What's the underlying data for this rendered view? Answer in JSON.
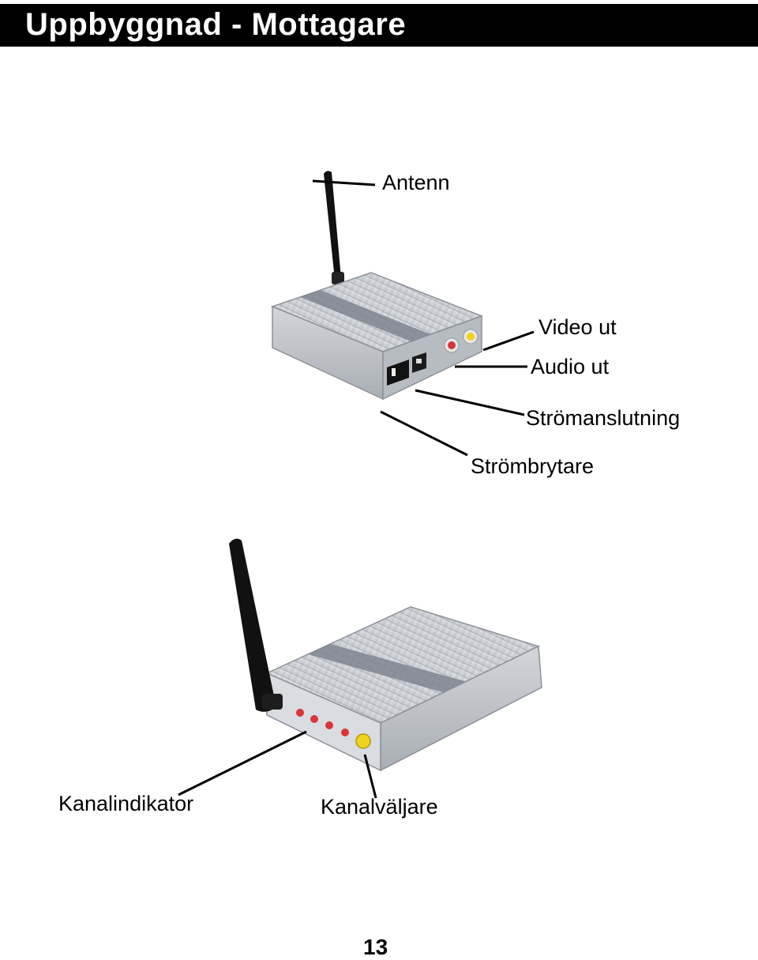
{
  "page": {
    "title": "Uppbyggnad - Mottagare",
    "page_number": "13"
  },
  "labels": {
    "antenna": "Antenn",
    "video_out": "Video ut",
    "audio_out": "Audio ut",
    "power_connection": "Strömanslutning",
    "power_switch": "Strömbrytare",
    "channel_indicator": "Kanalindikator",
    "channel_selector": "Kanalväljare"
  },
  "colors": {
    "header_bg": "#000000",
    "device_body": "#c9cdd2",
    "stripe_accent": "#8a8f99",
    "led_red": "#d8343a",
    "selector_yellow": "#f1d21c"
  }
}
